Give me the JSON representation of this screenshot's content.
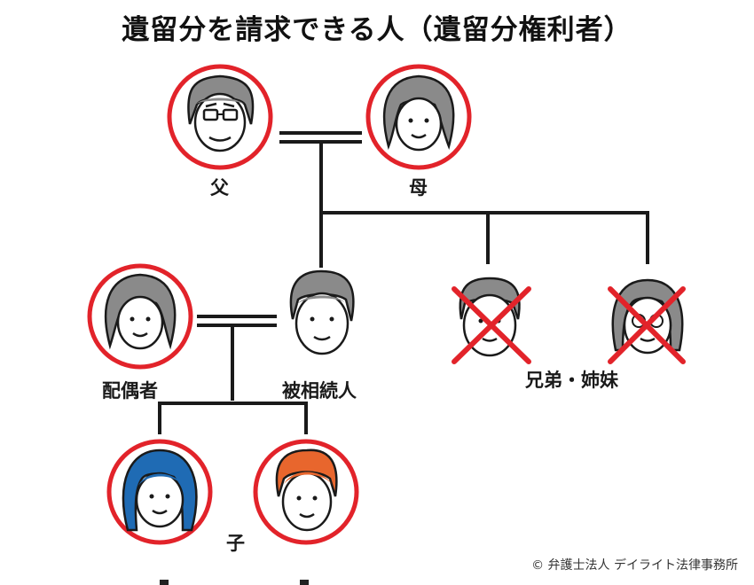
{
  "title": "遺留分を請求できる人（遺留分権利者）",
  "people": {
    "father": "父",
    "mother": "母",
    "spouse": "配偶者",
    "decedent": "被相続人",
    "siblings": "兄弟・姉妹",
    "children": "子"
  },
  "credit": "© 弁護士法人 デイライト法律事務所",
  "colors": {
    "ring": "#e2232a",
    "line": "#1a1a1a",
    "hair_gray": "#8a8a8a",
    "hair_blue": "#1f6bb4",
    "hair_orange": "#e8662d",
    "skin": "#ffffff"
  }
}
